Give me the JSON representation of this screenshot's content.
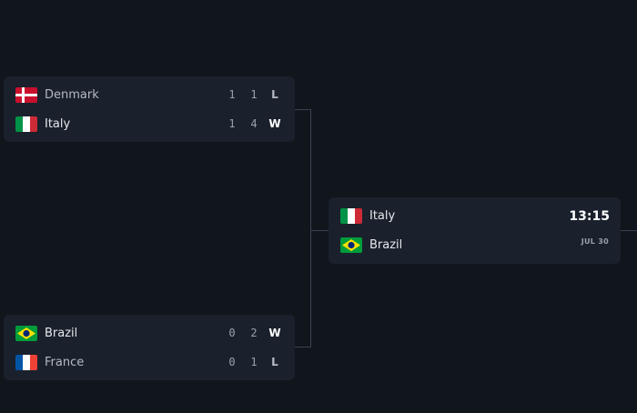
{
  "bracket": {
    "semifinal_1": {
      "team_a": {
        "name": "Denmark",
        "flag": "denmark-flag",
        "score1": "1",
        "score2": "1",
        "result": "L"
      },
      "team_b": {
        "name": "Italy",
        "flag": "italy-flag",
        "score1": "1",
        "score2": "4",
        "result": "W"
      }
    },
    "semifinal_2": {
      "team_a": {
        "name": "Brazil",
        "flag": "brazil-flag",
        "score1": "0",
        "score2": "2",
        "result": "W"
      },
      "team_b": {
        "name": "France",
        "flag": "france-flag",
        "score1": "0",
        "score2": "1",
        "result": "L"
      }
    },
    "final": {
      "team_a": {
        "name": "Italy",
        "flag": "italy-flag"
      },
      "team_b": {
        "name": "Brazil",
        "flag": "brazil-flag"
      },
      "time": "13:15",
      "date": "JUL 30"
    }
  },
  "colors": {
    "background": "#11151c",
    "card": "#1a212c",
    "connector": "#3a4150",
    "text_primary": "#e6e8ec",
    "text_secondary": "#9aa1ac"
  }
}
